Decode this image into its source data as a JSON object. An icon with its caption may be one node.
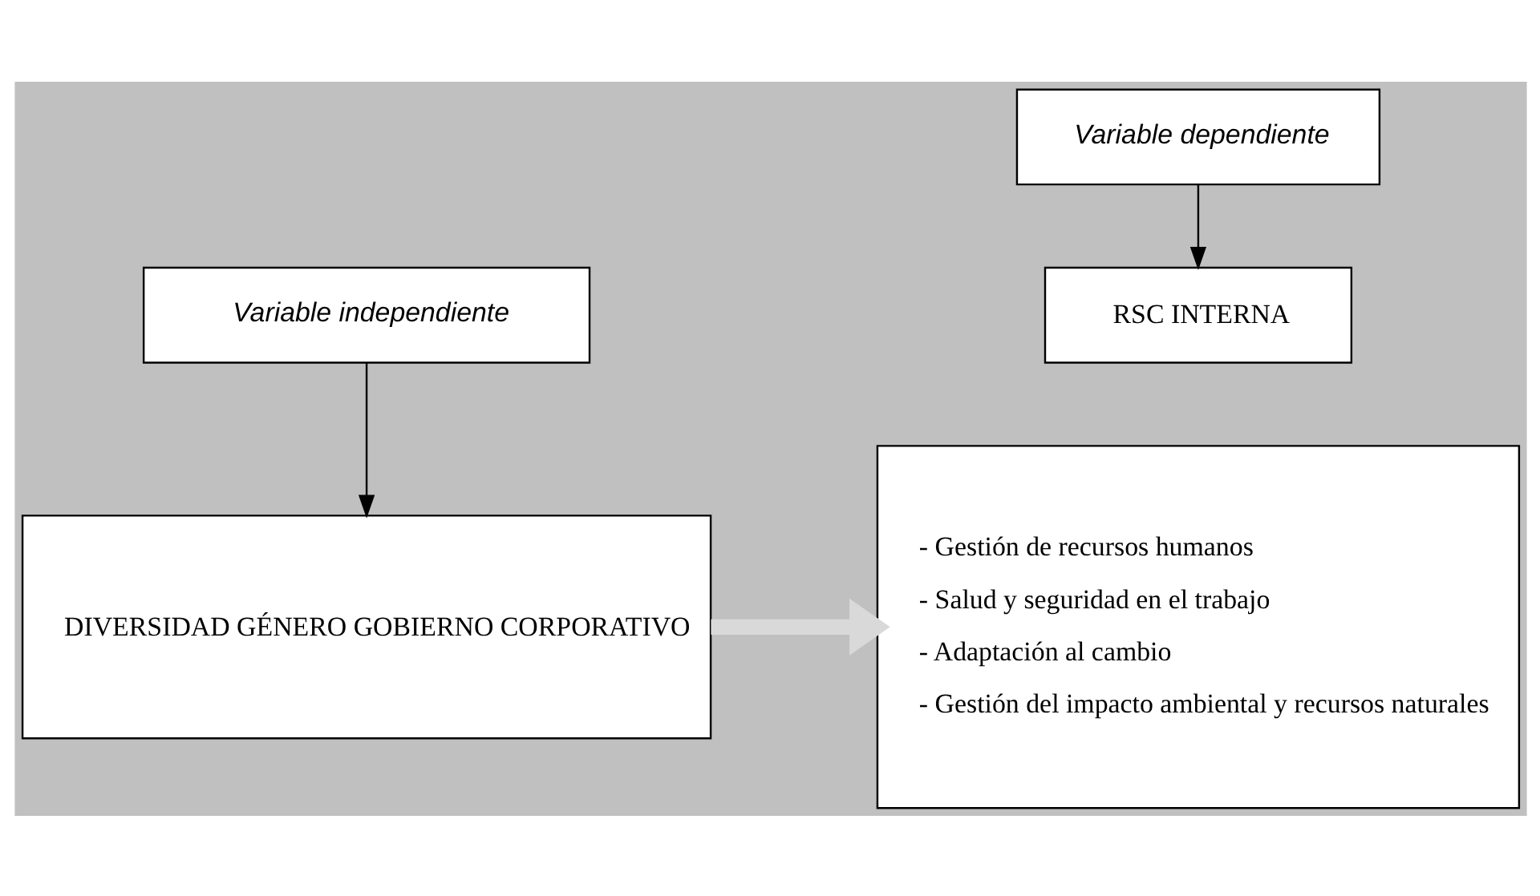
{
  "diagram": {
    "nodes": [
      {
        "text": [
          "Variable independiente"
        ]
      },
      {
        "text": [
          "Variable dependiente"
        ]
      },
      {
        "text": [
          "RSC INTERNA"
        ]
      },
      {
        "text": [
          "DIVERSIDAD GÉNERO GOBIERNO CORPORATIVO"
        ]
      },
      {
        "text": [
          "- Gestión de recursos humanos",
          "- Salud y seguridad en el trabajo",
          "- Adaptación al cambio",
          "- Gestión del impacto ambiental y recursos naturales"
        ]
      }
    ],
    "edges": [
      {
        "from": 0,
        "to": 3,
        "arrow": "to"
      },
      {
        "from": 1,
        "to": 2,
        "arrow": "to"
      },
      {
        "from": 3,
        "to": 4,
        "arrow": "to",
        "style": "thick",
        "color": "#d9d9d9"
      }
    ]
  }
}
